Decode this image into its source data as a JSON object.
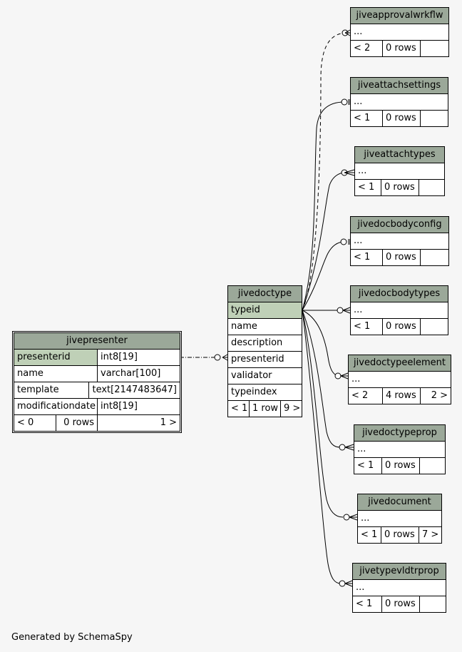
{
  "tables": {
    "jivepresenter": {
      "name": "jivepresenter",
      "columns": [
        {
          "name": "presenterid",
          "type": "int8[19]"
        },
        {
          "name": "name",
          "type": "varchar[100]"
        },
        {
          "name": "template",
          "type": "text[2147483647]"
        },
        {
          "name": "modificationdate",
          "type": "int8[19]"
        }
      ],
      "footer": {
        "parents": "< 0",
        "rows": "0 rows",
        "children": "1 >"
      }
    },
    "jivedoctype": {
      "name": "jivedoctype",
      "columns": [
        "typeid",
        "name",
        "description",
        "presenterid",
        "validator",
        "typeindex"
      ],
      "footer": {
        "parents": "< 1",
        "rows": "1 row",
        "children": "9 >"
      }
    },
    "jiveapprovalwrkflw": {
      "name": "jiveapprovalwrkflw",
      "body": "...",
      "footer": {
        "parents": "< 2",
        "rows": "0 rows",
        "children": ""
      }
    },
    "jiveattachsettings": {
      "name": "jiveattachsettings",
      "body": "...",
      "footer": {
        "parents": "< 1",
        "rows": "0 rows",
        "children": ""
      }
    },
    "jiveattachtypes": {
      "name": "jiveattachtypes",
      "body": "...",
      "footer": {
        "parents": "< 1",
        "rows": "0 rows",
        "children": ""
      }
    },
    "jivedocbodyconfig": {
      "name": "jivedocbodyconfig",
      "body": "...",
      "footer": {
        "parents": "< 1",
        "rows": "0 rows",
        "children": ""
      }
    },
    "jivedocbodytypes": {
      "name": "jivedocbodytypes",
      "body": "...",
      "footer": {
        "parents": "< 1",
        "rows": "0 rows",
        "children": ""
      }
    },
    "jivedoctypeelement": {
      "name": "jivedoctypeelement",
      "body": "...",
      "footer": {
        "parents": "< 2",
        "rows": "4 rows",
        "children": "2 >"
      }
    },
    "jivedoctypeprop": {
      "name": "jivedoctypeprop",
      "body": "...",
      "footer": {
        "parents": "< 1",
        "rows": "0 rows",
        "children": ""
      }
    },
    "jivedocument": {
      "name": "jivedocument",
      "body": "...",
      "footer": {
        "parents": "< 1",
        "rows": "0 rows",
        "children": "7 >"
      }
    },
    "jivetypevldtrprop": {
      "name": "jivetypevldtrprop",
      "body": "...",
      "footer": {
        "parents": "< 1",
        "rows": "0 rows",
        "children": ""
      }
    }
  },
  "generated_by": "Generated by SchemaSpy",
  "colors": {
    "header": "#9ba899",
    "key": "#bfd0b7",
    "background": "#f6f6f6"
  }
}
